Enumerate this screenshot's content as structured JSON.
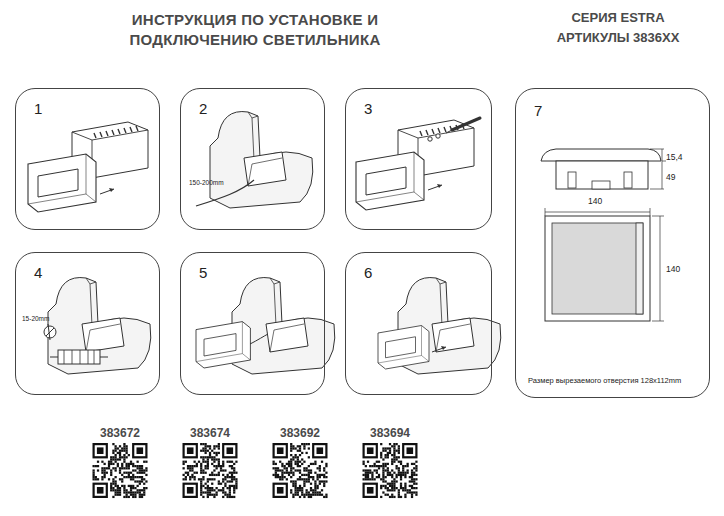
{
  "diagram": {
    "title": "ИНСТРУКЦИЯ ПО УСТАНОВКЕ И ПОДКЛЮЧЕНИЮ СВЕТИЛЬНИКА",
    "nodes": [
      {
        "text": [
          "1"
        ]
      },
      {
        "text": [
          "2",
          "150-200mm"
        ]
      },
      {
        "text": [
          "3"
        ]
      },
      {
        "text": [
          "4",
          "15-20mm"
        ]
      },
      {
        "text": [
          "5"
        ]
      },
      {
        "text": [
          "6"
        ]
      },
      {
        "text": [
          "7",
          "15,4",
          "49",
          "140",
          "140",
          "Размер вырезаемого отверстия 128x112mm"
        ]
      }
    ],
    "labels": [
      "СЕРИЯ ESTRA",
      "АРТИКУЛЫ 3836XX",
      "383672",
      "383674",
      "383692",
      "383694"
    ]
  }
}
